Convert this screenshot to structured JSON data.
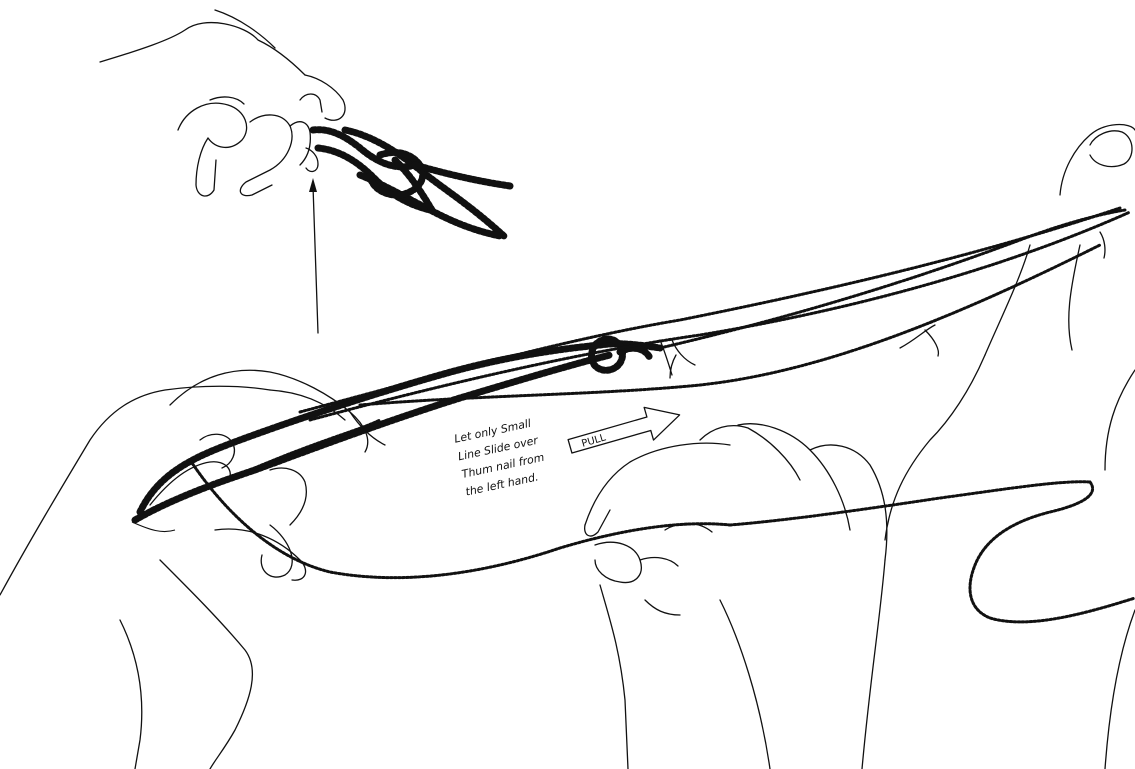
{
  "illustration": {
    "note_lines": [
      "Let only Small",
      "Line Slide over",
      "Thum nail from",
      "the left hand."
    ],
    "arrow_label": "PULL"
  }
}
